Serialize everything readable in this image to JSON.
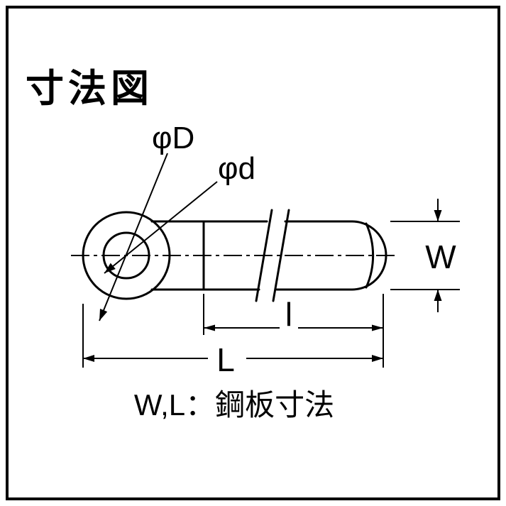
{
  "title": "寸法図",
  "labels": {
    "outer_diameter": "φD",
    "inner_diameter": "φd",
    "plate_width": "W",
    "barrel_length": "l",
    "overall_length": "L"
  },
  "note": "W,L：鋼板寸法",
  "colors": {
    "line": "#000000",
    "background": "#ffffff"
  }
}
